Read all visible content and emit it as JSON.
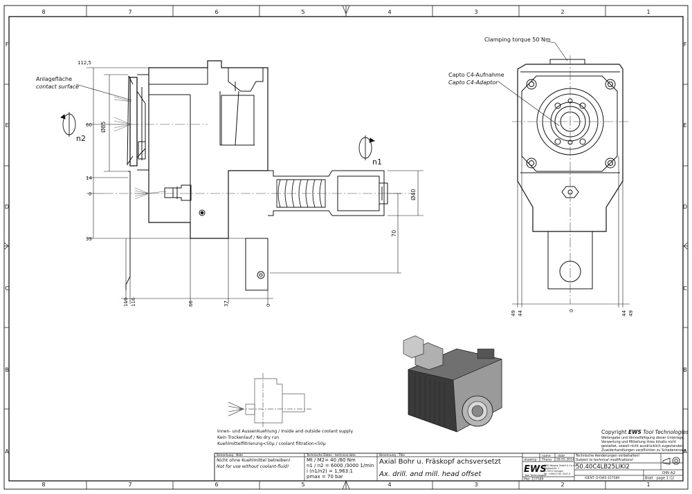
{
  "border": {
    "columns": [
      "8",
      "7",
      "6",
      "5",
      "4",
      "3",
      "2",
      "1"
    ],
    "rows": [
      "F",
      "E",
      "D",
      "C",
      "B",
      "A"
    ]
  },
  "side_view": {
    "dims_vertical": [
      "112,5",
      "60",
      "14",
      "0",
      "39"
    ],
    "dims_horizontal": [
      "119",
      "116",
      "66",
      "37",
      "0"
    ],
    "label_diameter_85": "Ø85",
    "label_diameter_40": "Ø40",
    "label_70": "70",
    "anlage_de": "Anlagefläche",
    "anlage_en": "contact surface",
    "n2": "n2",
    "n1": "n1"
  },
  "front_view": {
    "clamping": "Clamping torque 50 Nm",
    "capto_de": "Capto C4-Aufnahme",
    "capto_en": "Capto C4-Adaptor",
    "dims": [
      "49",
      "44",
      "0",
      "44",
      "49"
    ]
  },
  "coolant": {
    "line1": "Innen- und Aussenkuehlung / Inside and outside coolant supply",
    "line2": "Kein Trockenlauf / No dry run",
    "line3": "Kuehlmittelfiltrierung<50µ / coolant filtration<50µ"
  },
  "copyright": {
    "title_prefix": "Copyright",
    "brand": "EWS",
    "title_suffix": "Tool Technologies",
    "l1": "Weitergabe und Vervielfältigung dieser Unterlage,",
    "l2": "Verwertung und Mitteilung ihres Inhalts nicht",
    "l3": "gestattet, soweit nicht ausdrücklich zugestanden.",
    "l4": "Zuwiderhandlungen verpflichten zu Schadenersatz."
  },
  "titleblock": {
    "remark_hdr": "Bemerkung · Note",
    "remark_de": "Nicht ohne Kuehlmittel betreiben!",
    "remark_en": "Not for use without coolant-fluid!",
    "tech_hdr": "Technische Daten · technical data",
    "m_line": "Mt / M2= 40 /80  Nm",
    "n_line": "n1 / n2 = 6000 /3000  1/min",
    "i_line": "i  (n1/n2)   = 1,963:1",
    "p_line": "pmax     = 70  bar",
    "name_hdr": "Benennung · Title",
    "title_de": "Axial Bohr u. Fräskopf achsversetzt",
    "title_en": "Ax. drill. and mill. head offset",
    "col_name": "name",
    "col_date": "date",
    "drawing_lbl": "drawing",
    "drawer": "Theiss",
    "date": "28.05.2014",
    "logo": "EWS",
    "logo_sub": "Tool Technologies",
    "company_l1": "EWS Weigele GmbH & Co. KG",
    "company_l2": "Maybachstr. 1",
    "company_l3": "D-73072 Uhingen",
    "company_l4": "Tel. +49(0)7161 3047-0",
    "mat_no": "Mat. 157589",
    "changes_de": "Technische Aenderungen vorbehalten!",
    "changes_en": "Subject to technical modifications!",
    "part_no": "50.40C4LB25LIKI2",
    "format": "DIN A2",
    "ident": "IDENT. D-EWS-157589 -",
    "sheet": "Blatt · page  1 (1)"
  }
}
